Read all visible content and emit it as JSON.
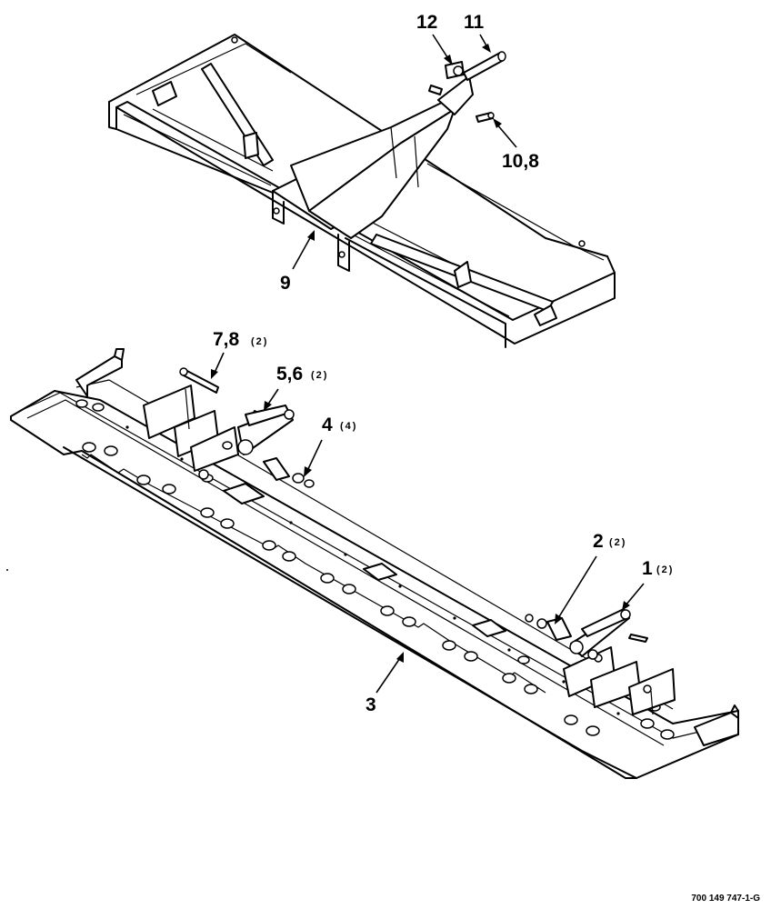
{
  "callouts": [
    {
      "id": "c12",
      "label": "12",
      "qty": ""
    },
    {
      "id": "c11",
      "label": "11",
      "qty": ""
    },
    {
      "id": "c108",
      "label": "10,8",
      "qty": ""
    },
    {
      "id": "c9",
      "label": "9",
      "qty": ""
    },
    {
      "id": "c78",
      "label": "7,8",
      "qty": "(2)"
    },
    {
      "id": "c56",
      "label": "5,6",
      "qty": "(2)"
    },
    {
      "id": "c4",
      "label": "4",
      "qty": "(4)"
    },
    {
      "id": "c2",
      "label": "2",
      "qty": "(2)"
    },
    {
      "id": "c1",
      "label": "1",
      "qty": "(2)"
    },
    {
      "id": "c3",
      "label": "3",
      "qty": ""
    }
  ],
  "drawing_number": "700 149 747-1-G"
}
